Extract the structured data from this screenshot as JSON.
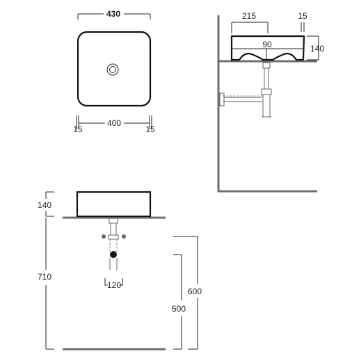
{
  "top_view": {
    "overall_width": "430",
    "inner_width": "400",
    "left_rim": "15",
    "right_rim": "15"
  },
  "side_view": {
    "half_width": "215",
    "rim_thickness": "15",
    "depth": "90",
    "height": "140"
  },
  "front_view": {
    "basin_height": "140",
    "counter_height": "710",
    "trap_spacing": "120",
    "wall_height_high": "600",
    "wall_height_low": "500"
  }
}
